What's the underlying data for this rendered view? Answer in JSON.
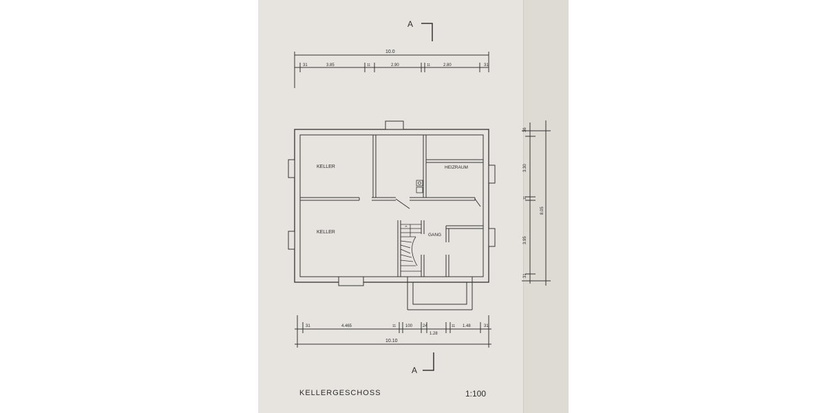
{
  "drawing": {
    "title": "KELLERGESCHOSS",
    "scale": "1:100",
    "section_marker": "A",
    "rooms": {
      "keller_upper": "KELLER",
      "keller_lower": "KELLER",
      "heizraum": "HEIZRAUM",
      "gang": "GANG"
    },
    "top_dims": {
      "total": "10.0",
      "segments": [
        "31",
        "3.85",
        "11",
        "2.90",
        "11",
        "2.80",
        "31"
      ]
    },
    "bottom_dims": {
      "total": "10.10",
      "segments": [
        "31",
        "4.465",
        "11",
        "100",
        "24",
        "1.28",
        "11",
        "1.48",
        "31"
      ]
    },
    "side_dims": {
      "total": "8.05",
      "segments": [
        "36",
        "3.30",
        "11",
        "3.95",
        "31"
      ]
    }
  },
  "colors": {
    "paper": "#e7e4df",
    "fold": "#dedbd5",
    "line": "#333333"
  }
}
